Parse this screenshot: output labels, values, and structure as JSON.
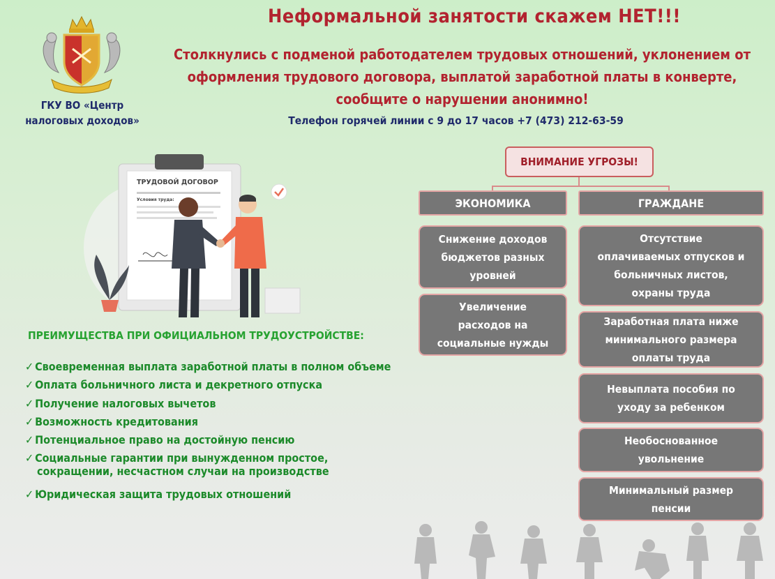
{
  "header": {
    "organization": [
      "ГКУ ВО «Центр",
      "налоговых доходов»"
    ],
    "headline": "Неформальной занятости скажем НЕТ!!!",
    "subheadline": [
      "Столкнулись с подменой работодателем трудовых отношений, уклонением от",
      "оформления трудового договора, выплатой заработной платы в конверте,",
      "сообщите о нарушении анонимно!"
    ],
    "hotline": "Телефон горячей линии с 9 до 17 часов +7 (473) 212-63-59"
  },
  "illustration": {
    "contract_title": "ТРУДОВОЙ ДОГОВОР",
    "contract_field": "Условия труда:"
  },
  "benefits": {
    "title": "ПРЕИМУЩЕСТВА ПРИ ОФИЦИАЛЬНОМ ТРУДОУСТРОЙСТВЕ:",
    "check": "✓",
    "items": [
      "Своевременная выплата заработной платы в полном объеме",
      "Оплата больничного листа и декретного отпуска",
      "Получение налоговых вычетов",
      "Возможность кредитования",
      "Потенциальное право на достойную пенсию",
      "Социальные гарантии при вынужденном простое,",
      "сокращении, несчастном случаи на производстве",
      "Юридическая защита трудовых отношений"
    ]
  },
  "threats": {
    "title": "ВНИМАНИЕ УГРОЗЫ!",
    "economy": {
      "header": "ЭКОНОМИКА",
      "items": [
        [
          "Снижение доходов",
          "бюджетов разных",
          "уровней"
        ],
        [
          "Увеличение",
          "расходов на",
          "социальные нужды"
        ]
      ]
    },
    "citizens": {
      "header": "ГРАЖДАНЕ",
      "items": [
        [
          "Отсутствие",
          "оплачиваемых отпусков и",
          "больничных листов,",
          "охраны труда"
        ],
        [
          "Заработная плата ниже",
          "минимального размера",
          "оплаты труда"
        ],
        [
          "Невыплата пособия по",
          "уходу за ребенком"
        ],
        [
          "Необоснованное",
          "увольнение"
        ],
        [
          "Минимальный размер",
          "пенсии"
        ]
      ]
    }
  },
  "colors": {
    "headline": "#b2232f",
    "hotline": "#1f2a6b",
    "benefit_green": "#1c8a2a",
    "box_gray": "#777777",
    "box_border": "#e5a5a5"
  }
}
